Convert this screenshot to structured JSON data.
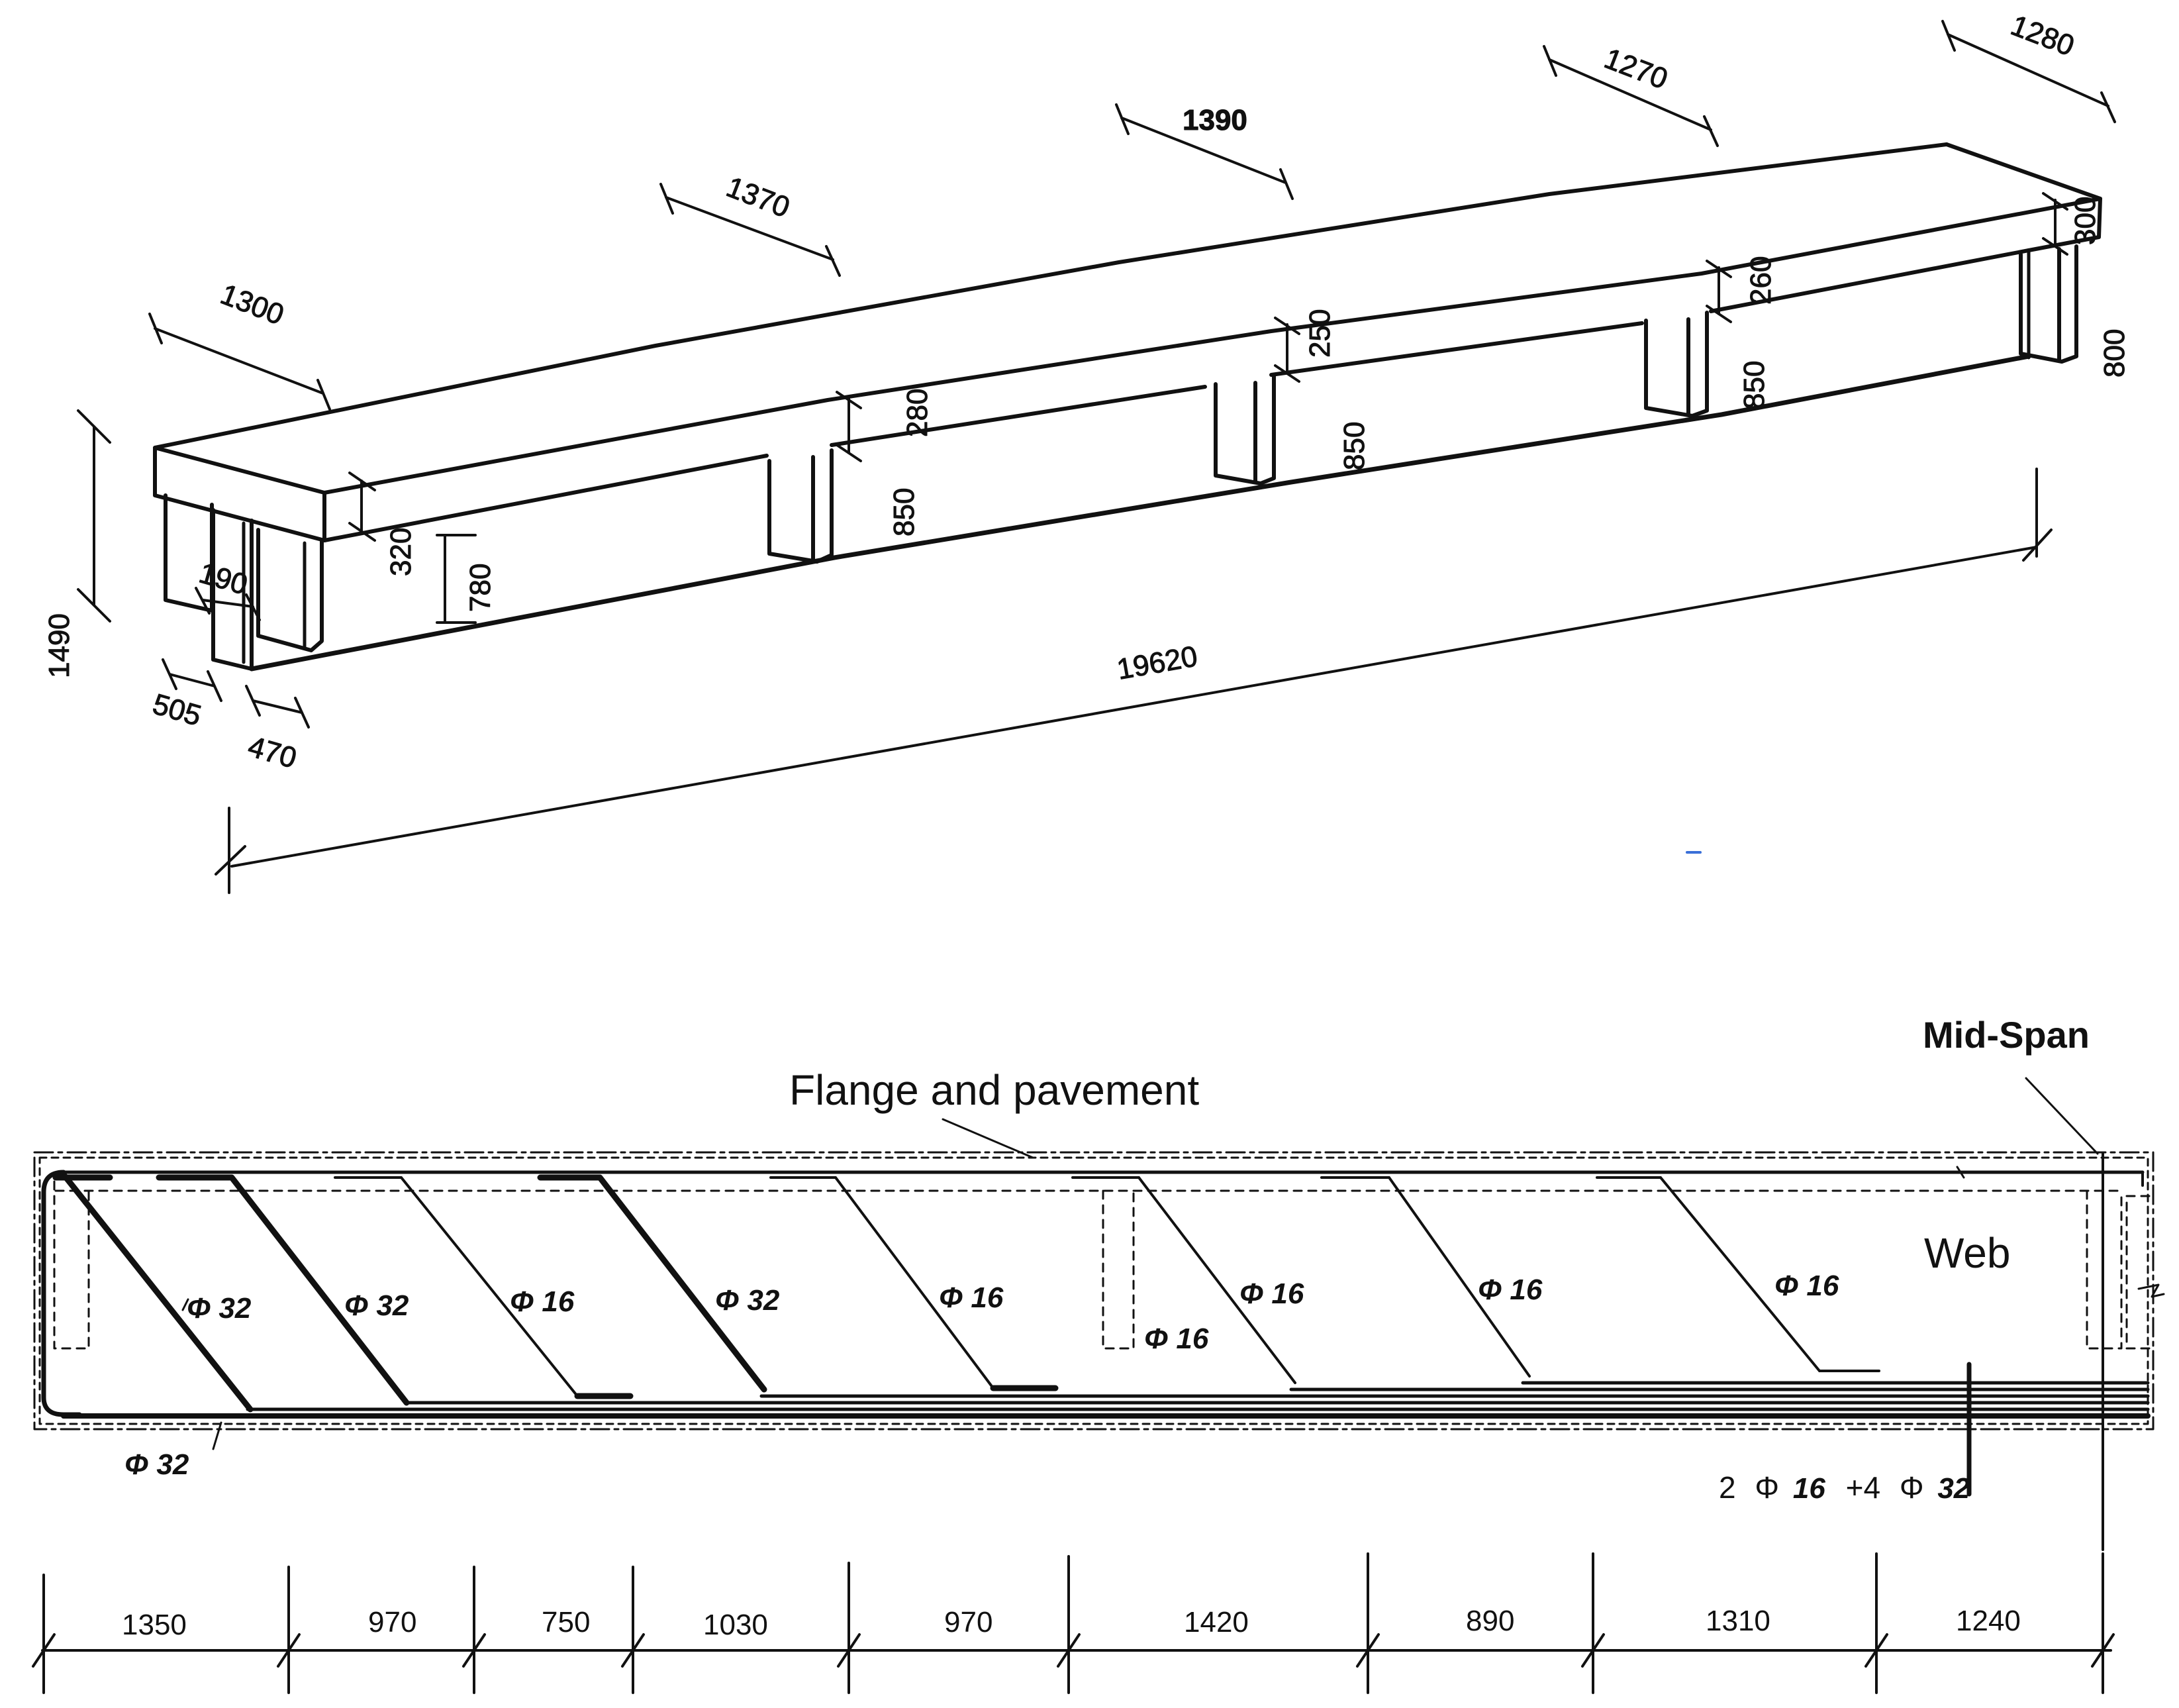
{
  "iso_view": {
    "top_dims": [
      "1300",
      "1370",
      "1390",
      "1270",
      "1280"
    ],
    "flange_thickness": [
      "320",
      "280",
      "250",
      "260",
      "300"
    ],
    "rib_depths": [
      "850",
      "850",
      "850",
      "800"
    ],
    "left_section": {
      "total_height": "1490",
      "web_height": "780",
      "web_thickness": "190",
      "rib_width_a": "505",
      "rib_width_b": "470"
    },
    "span_length": "19620"
  },
  "rebar_view": {
    "label_flange": "Flange and pavement",
    "label_web": "Web",
    "label_midspan": "Mid-Span",
    "bar_labels": [
      "Φ 32",
      "Φ 32",
      "Φ 16",
      "Φ 32",
      "Φ 16",
      "Φ 16",
      "Φ 16",
      "Φ 16"
    ],
    "stirrup_label": "Φ 16",
    "bottom_bar_label": "Φ 32",
    "bundle": {
      "p1": "2",
      "s1": "Φ",
      "d1": "16",
      "p2": "+4",
      "s2": "Φ",
      "d2": "32"
    },
    "segment_dims": [
      "1350",
      "970",
      "750",
      "1030",
      "970",
      "1420",
      "890",
      "1310",
      "1240"
    ]
  }
}
